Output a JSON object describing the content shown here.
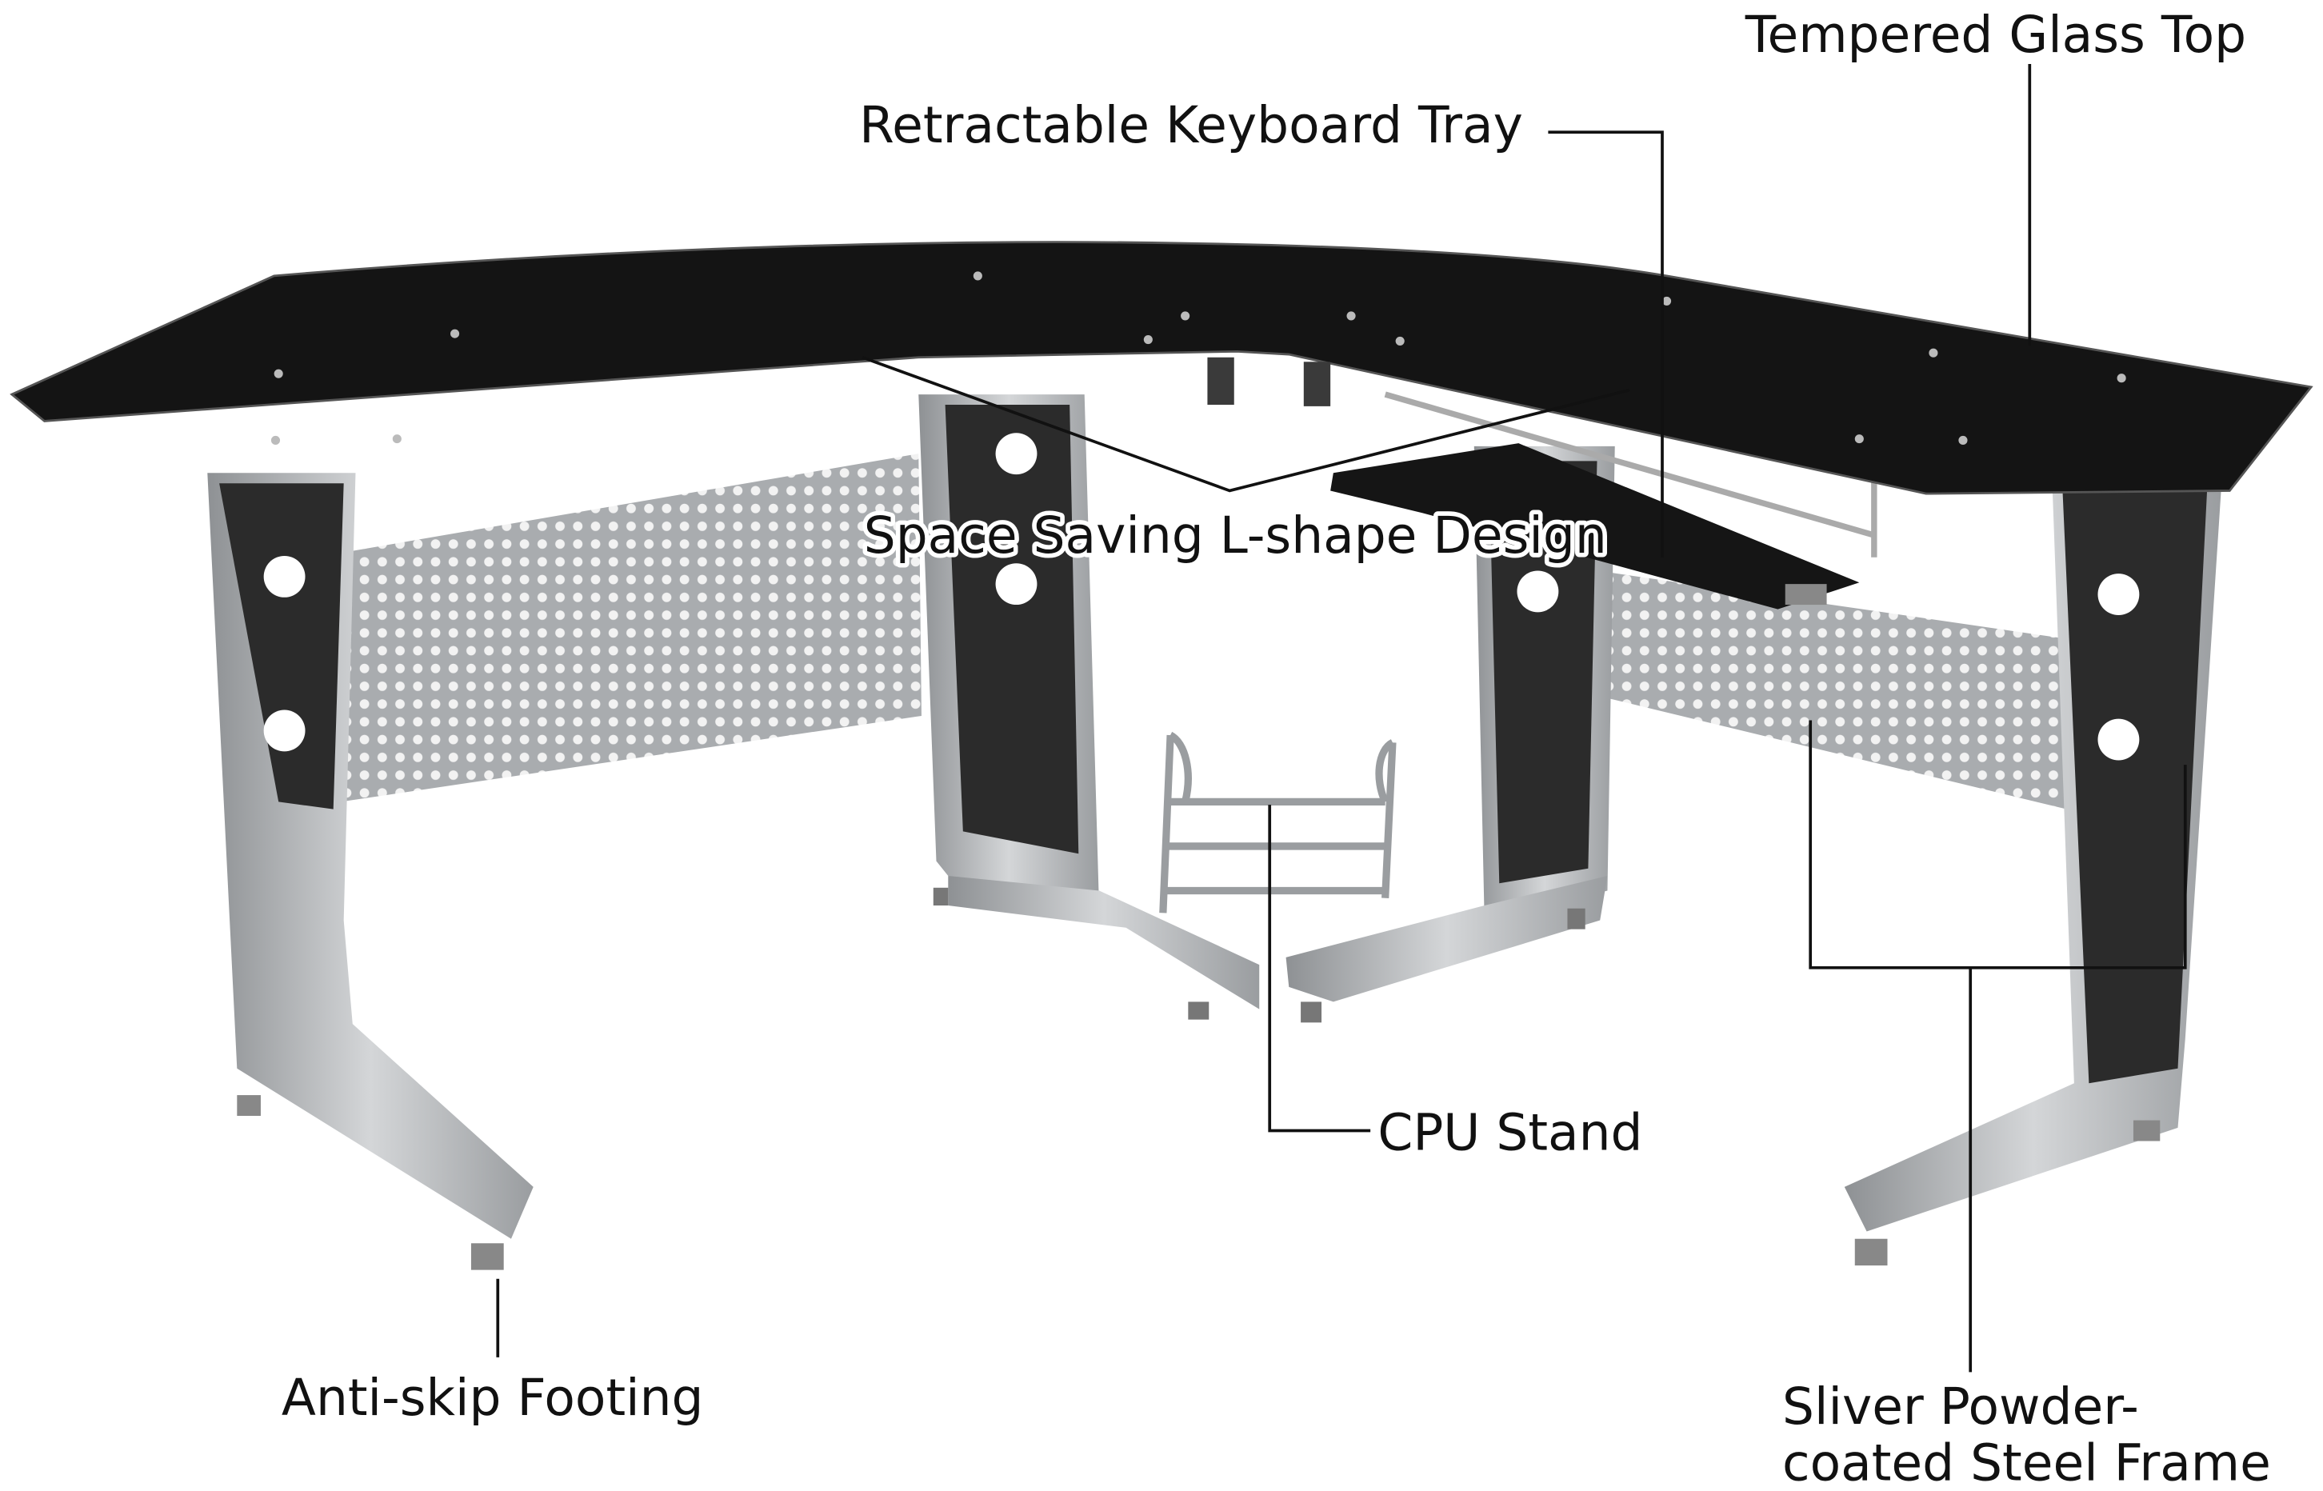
{
  "callouts": {
    "glass_top": "Tempered Glass Top",
    "keyboard_tray": "Retractable Keyboard Tray",
    "l_shape": "Space Saving L-shape Design",
    "cpu_stand": "CPU Stand",
    "footing": "Anti-skip Footing",
    "frame_line1": "Sliver Powder-",
    "frame_line2": "coated Steel Frame"
  },
  "colors": {
    "glass": "#141414",
    "frame": "#b9bcbf",
    "panel": "#2b2b2b",
    "mesh": "#c9cbcd",
    "text": "#111111"
  }
}
